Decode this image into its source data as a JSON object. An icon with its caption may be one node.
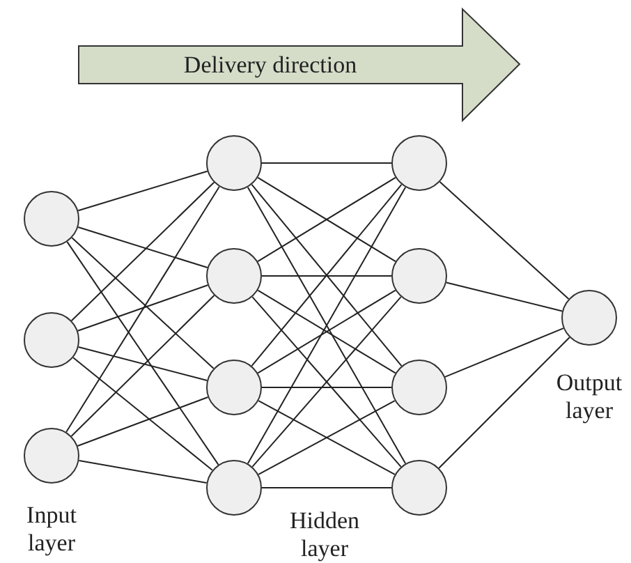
{
  "diagram": {
    "nodes": [
      {
        "text": [
          "Delivery direction"
        ]
      },
      {
        "text": [],
        "shape": "circle"
      },
      {
        "text": [],
        "shape": "circle"
      },
      {
        "text": [],
        "shape": "circle"
      },
      {
        "text": [],
        "shape": "circle"
      },
      {
        "text": [],
        "shape": "circle"
      },
      {
        "text": [],
        "shape": "circle"
      },
      {
        "text": [],
        "shape": "circle"
      },
      {
        "text": [],
        "shape": "circle"
      },
      {
        "text": [],
        "shape": "circle"
      },
      {
        "text": [],
        "shape": "circle"
      },
      {
        "text": [],
        "shape": "circle"
      },
      {
        "text": [],
        "shape": "circle"
      }
    ],
    "edges": [
      {
        "from": 1,
        "to": 4,
        "arrow": "none"
      },
      {
        "from": 1,
        "to": 5,
        "arrow": "none"
      },
      {
        "from": 1,
        "to": 6,
        "arrow": "none"
      },
      {
        "from": 1,
        "to": 7,
        "arrow": "none"
      },
      {
        "from": 2,
        "to": 4,
        "arrow": "none"
      },
      {
        "from": 2,
        "to": 5,
        "arrow": "none"
      },
      {
        "from": 2,
        "to": 6,
        "arrow": "none"
      },
      {
        "from": 2,
        "to": 7,
        "arrow": "none"
      },
      {
        "from": 3,
        "to": 4,
        "arrow": "none"
      },
      {
        "from": 3,
        "to": 5,
        "arrow": "none"
      },
      {
        "from": 3,
        "to": 6,
        "arrow": "none"
      },
      {
        "from": 3,
        "to": 7,
        "arrow": "none"
      },
      {
        "from": 4,
        "to": 8,
        "arrow": "none"
      },
      {
        "from": 4,
        "to": 9,
        "arrow": "none"
      },
      {
        "from": 4,
        "to": 10,
        "arrow": "none"
      },
      {
        "from": 4,
        "to": 11,
        "arrow": "none"
      },
      {
        "from": 5,
        "to": 8,
        "arrow": "none"
      },
      {
        "from": 5,
        "to": 9,
        "arrow": "none"
      },
      {
        "from": 5,
        "to": 10,
        "arrow": "none"
      },
      {
        "from": 5,
        "to": 11,
        "arrow": "none"
      },
      {
        "from": 6,
        "to": 8,
        "arrow": "none"
      },
      {
        "from": 6,
        "to": 9,
        "arrow": "none"
      },
      {
        "from": 6,
        "to": 10,
        "arrow": "none"
      },
      {
        "from": 6,
        "to": 11,
        "arrow": "none"
      },
      {
        "from": 7,
        "to": 8,
        "arrow": "none"
      },
      {
        "from": 7,
        "to": 9,
        "arrow": "none"
      },
      {
        "from": 7,
        "to": 10,
        "arrow": "none"
      },
      {
        "from": 7,
        "to": 11,
        "arrow": "none"
      },
      {
        "from": 8,
        "to": 12,
        "arrow": "none"
      },
      {
        "from": 9,
        "to": 12,
        "arrow": "none"
      },
      {
        "from": 10,
        "to": 12,
        "arrow": "none"
      },
      {
        "from": 11,
        "to": 12,
        "arrow": "none"
      }
    ],
    "labels": [
      "Output layer",
      "Input layer",
      "Hidden layer"
    ]
  }
}
